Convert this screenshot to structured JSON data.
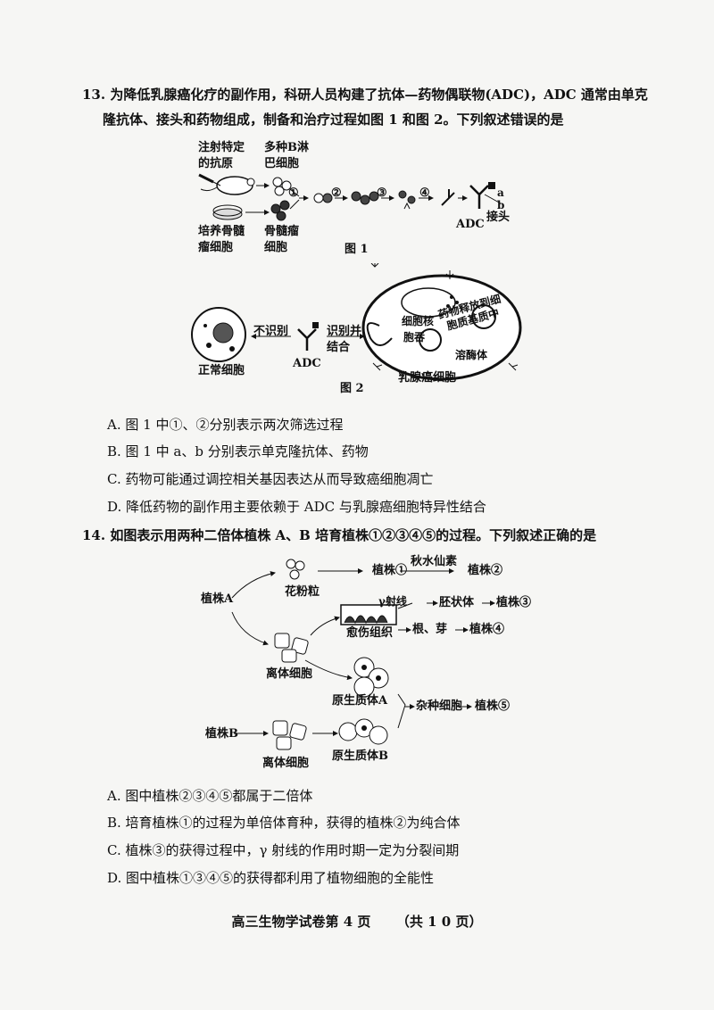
{
  "q13": {
    "stem_line1": "13. 为降低乳腺癌化疗的副作用，科研人员构建了抗体—药物偶联物(ADC)，ADC 通常由单克",
    "stem_line2": "隆抗体、接头和药物组成，制备和治疗过程如图 1 和图 2。下列叙述错误的是",
    "fig1": {
      "label_antigen_1": "注射特定",
      "label_antigen_2": "的抗原",
      "label_bcells_1": "多种B淋",
      "label_bcells_2": "巴细胞",
      "label_culture_1": "培养骨髓",
      "label_culture_2": "瘤细胞",
      "label_myeloma_1": "骨髓瘤",
      "label_myeloma_2": "细胞",
      "step1": "①",
      "step2": "②",
      "step3": "③",
      "step4": "④",
      "label_a": "a",
      "label_b": "b",
      "label_linker": "接头",
      "label_adc": "ADC",
      "caption": "图 1"
    },
    "fig2": {
      "label_normal": "正常细胞",
      "label_not_recognize": "不识别",
      "label_adc": "ADC",
      "label_recognize_1": "识别并",
      "label_recognize_2": "结合",
      "label_nucleus": "细胞核",
      "label_drug_release_1": "药物释放到细",
      "label_drug_release_2": "胞质基质中",
      "label_endocytosis": "胞吞",
      "label_lysosome": "溶酶体",
      "label_cancer": "乳腺癌细胞",
      "caption": "图 2"
    },
    "options": [
      "A. 图 1 中①、②分别表示两次筛选过程",
      "B. 图 1 中 a、b 分别表示单克隆抗体、药物",
      "C. 药物可能通过调控相关基因表达从而导致癌细胞凋亡",
      "D. 降低药物的副作用主要依赖于 ADC 与乳腺癌细胞特异性结合"
    ]
  },
  "q14": {
    "stem": "14. 如图表示用两种二倍体植株 A、B 培育植株①②③④⑤的过程。下列叙述正确的是",
    "diagram": {
      "plant_a": "植株A",
      "pollen": "花粉粒",
      "plant1": "植株①",
      "colchicine": "秋水仙素",
      "plant2": "植株②",
      "gamma": "γ射线",
      "embryoid": "胚状体",
      "plant3": "植株③",
      "callus": "愈伤组织",
      "root_bud": "根、芽",
      "plant4": "植株④",
      "somatic_a": "离体细胞",
      "protoplast_a": "原生质体A",
      "hybrid": "杂种细胞",
      "plant5": "植株⑤",
      "plant_b": "植株B",
      "somatic_b": "离体细胞",
      "protoplast_b": "原生质体B"
    },
    "options": [
      "A. 图中植株②③④⑤都属于二倍体",
      "B. 培育植株①的过程为单倍体育种，获得的植株②为纯合体",
      "C. 植株③的获得过程中，γ 射线的作用时期一定为分裂间期",
      "D. 图中植株①③④⑤的获得都利用了植物细胞的全能性"
    ]
  },
  "footer": {
    "title": "高三生物学试卷第 4 页",
    "total": "（共 1 0 页）"
  }
}
